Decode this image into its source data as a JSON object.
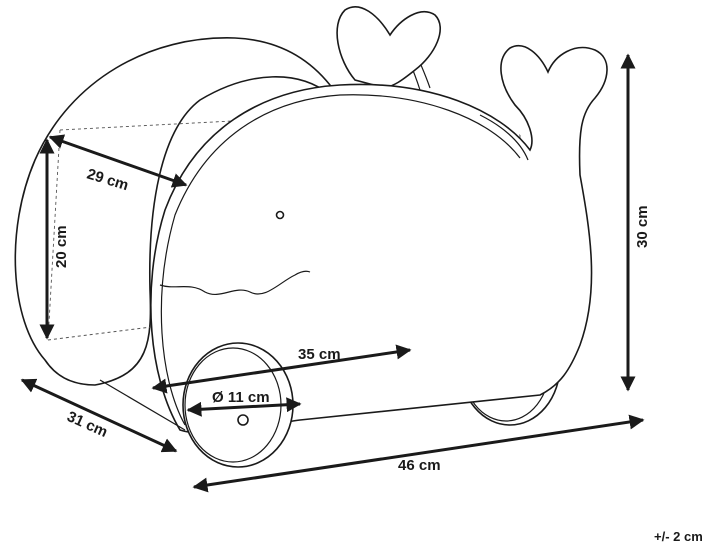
{
  "dimensions": {
    "inner_depth": "29 cm",
    "inner_height": "20 cm",
    "total_height": "30 cm",
    "inner_length": "35 cm",
    "wheel_diameter": "Ø 11 cm",
    "total_depth": "31 cm",
    "total_length": "46 cm"
  },
  "tolerance": "+/- 2 cm",
  "icons": {
    "product": "whale-walker-cart-icon",
    "arrowheads": "arrowhead-icon"
  }
}
